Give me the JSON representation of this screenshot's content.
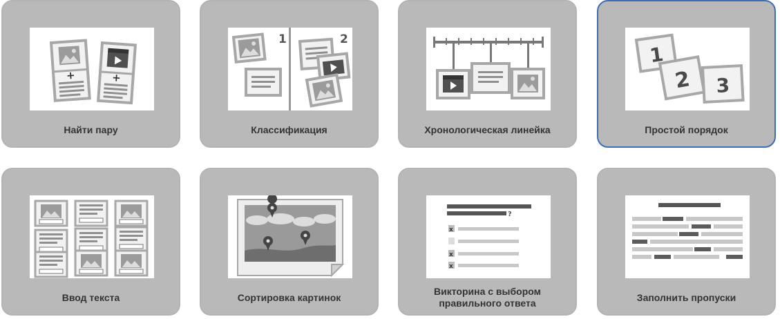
{
  "colors": {
    "card_background": "#b9b9b9",
    "card_border": "#b3b3b3",
    "selected_border": "#3d6eb5",
    "label_text": "#333333"
  },
  "selected_card": "simple-order",
  "cards": [
    {
      "id": "find-pair",
      "label": "Найти пару",
      "icons": [
        "image-icon",
        "plus-icon",
        "video-icon"
      ]
    },
    {
      "id": "classification",
      "label": "Классификация",
      "icons": [
        "image-icon",
        "video-icon"
      ],
      "group_numbers": [
        "1",
        "2"
      ]
    },
    {
      "id": "timeline",
      "label": "Хронологическая линейка",
      "icons": [
        "video-icon",
        "image-icon"
      ]
    },
    {
      "id": "simple-order",
      "label": "Простой порядок",
      "numbers": [
        "1",
        "2",
        "3"
      ]
    },
    {
      "id": "text-input",
      "label": "Ввод текста",
      "icons": [
        "image-icon"
      ]
    },
    {
      "id": "image-sort",
      "label": "Сортировка картинок",
      "icons": [
        "map-pin-icon"
      ]
    },
    {
      "id": "quiz",
      "label": "Викторина с выбором\nправильного ответа",
      "question_mark": "?",
      "marks": [
        "x",
        "x",
        "x"
      ]
    },
    {
      "id": "fill-blanks",
      "label": "Заполнить пропуски"
    }
  ]
}
